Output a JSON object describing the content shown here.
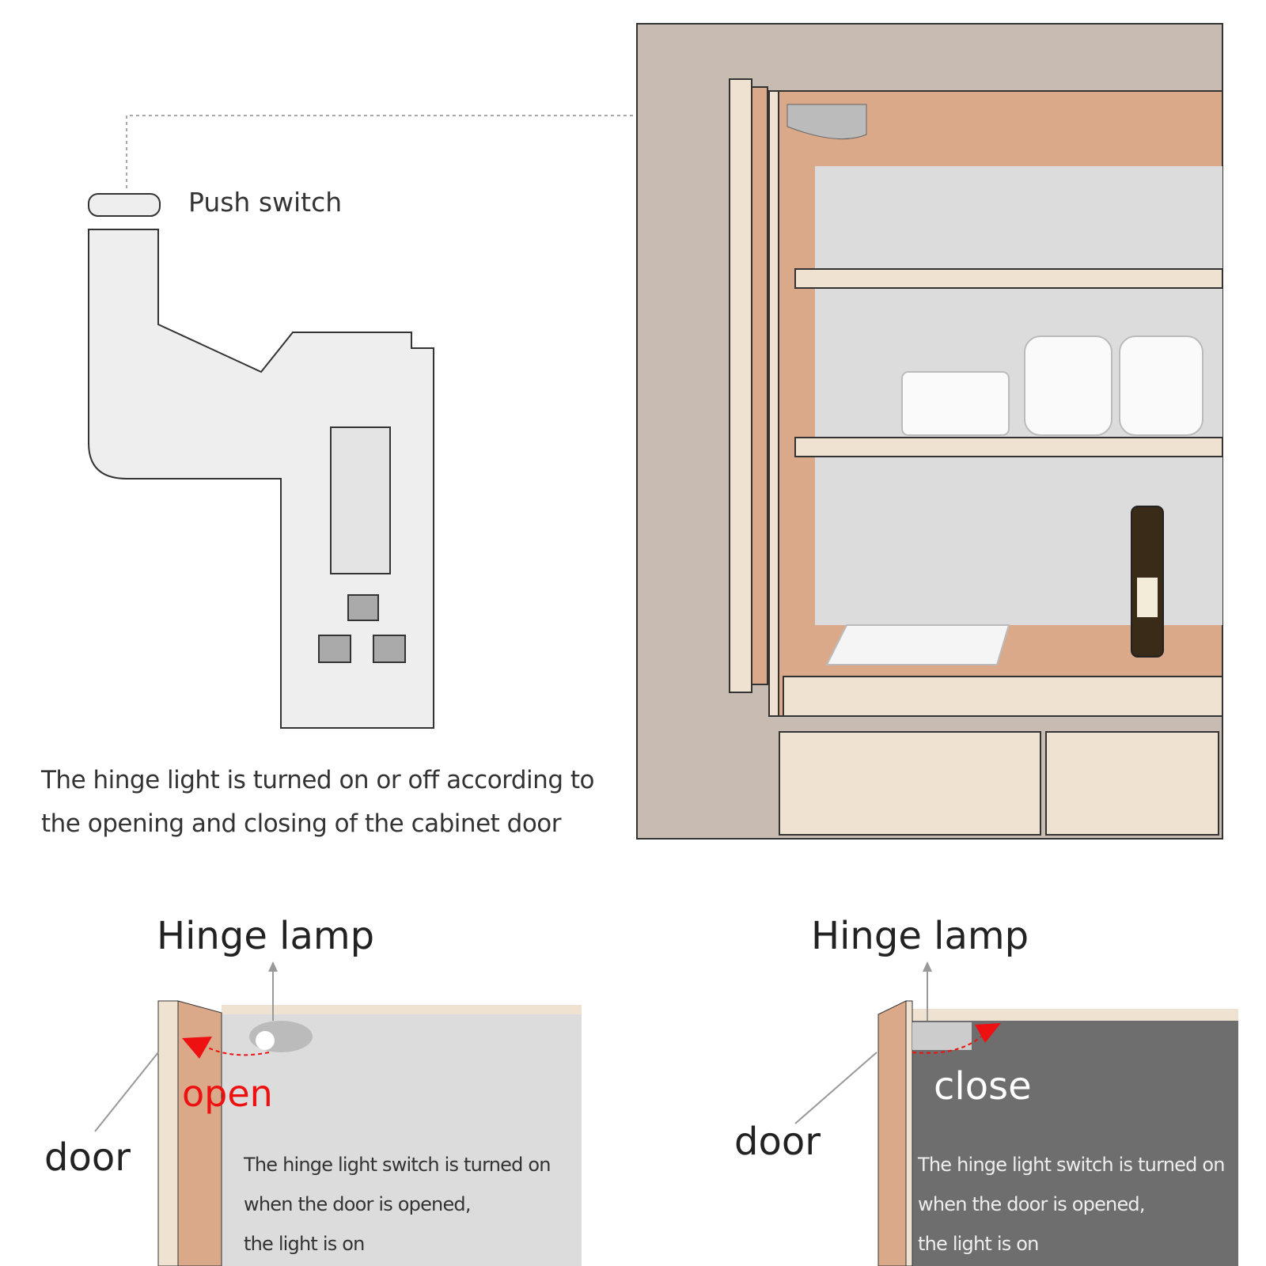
{
  "top": {
    "push_switch_label": "Push switch",
    "caption_line1": "The hinge light is turned on or off according to",
    "caption_line2": "the opening and closing of the cabinet door"
  },
  "open_panel": {
    "title": "Hinge lamp",
    "state_label": "open",
    "door_label": "door",
    "desc_line1": "The hinge light switch is turned on",
    "desc_line2": "when the door is opened,",
    "desc_line3": "the light is on"
  },
  "close_panel": {
    "title": "Hinge lamp",
    "state_label": "close",
    "door_label": "door",
    "desc_line1": "The hinge light switch is turned on",
    "desc_line2": "when the door is opened,",
    "desc_line3": "the light is on"
  },
  "colors": {
    "wood": "#d9a98a",
    "cream": "#efe2d0",
    "wall": "#c8bcb2",
    "red": "#ee1111",
    "dark": "#6e6e6e"
  }
}
